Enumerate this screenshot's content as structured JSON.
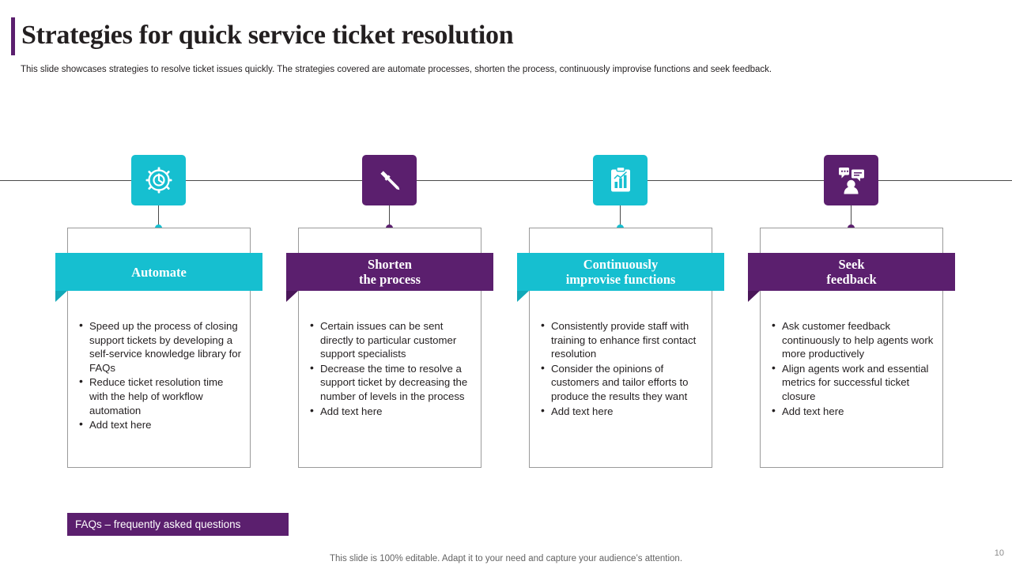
{
  "slide": {
    "title": "Strategies for quick service ticket resolution",
    "subtitle": "This slide showcases strategies to resolve ticket issues quickly. The strategies covered are automate processes, shorten the process, continuously improvise functions and seek feedback.",
    "faq_tag": "FAQs – frequently asked questions",
    "footer_note": "This slide is 100% editable. Adapt it to your need and capture your audience’s attention.",
    "page_number": "10"
  },
  "colors": {
    "teal": "#16bfd0",
    "purple": "#5b1f6e",
    "teal_dark": "#12a9b8",
    "purple_dark": "#4a1659",
    "line": "#4a4a4a",
    "text": "#231f20"
  },
  "columns": [
    {
      "icon_name": "gear-target-icon",
      "color": "teal",
      "heading_line1": "Automate",
      "heading_line2": "",
      "bullets": [
        "Speed up the process of closing support tickets by developing a self-service knowledge library for FAQs",
        "Reduce ticket resolution time with the help of workflow automation",
        "Add text here"
      ]
    },
    {
      "icon_name": "wrench-screwdriver-icon",
      "color": "purple",
      "heading_line1": "Shorten",
      "heading_line2": "the process",
      "bullets": [
        "Certain issues can be sent directly to particular customer support specialists",
        "Decrease the time to resolve a support ticket by decreasing the number of levels in the process",
        "Add text here"
      ]
    },
    {
      "icon_name": "clipboard-chart-icon",
      "color": "teal",
      "heading_line1": "Continuously",
      "heading_line2": "improvise functions",
      "bullets": [
        "Consistently provide staff with training to enhance first contact resolution",
        "Consider the opinions of customers and tailor efforts to produce the results they want",
        "Add text here"
      ]
    },
    {
      "icon_name": "user-feedback-icon",
      "color": "purple",
      "heading_line1": "Seek",
      "heading_line2": "feedback",
      "bullets": [
        "Ask customer feedback continuously to help agents work more productively",
        "Align agents work and essential metrics for successful ticket closure",
        "Add text here"
      ]
    }
  ]
}
